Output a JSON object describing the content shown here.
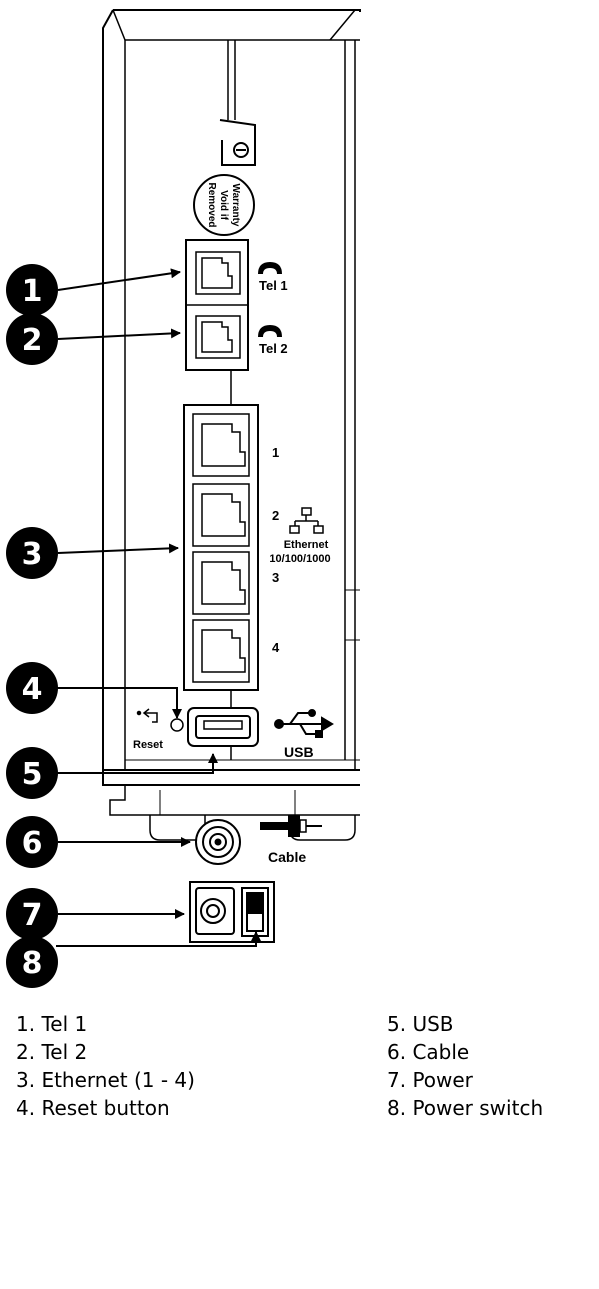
{
  "device": {
    "port_labels": {
      "tel1": "Tel 1",
      "tel2": "Tel 2",
      "eth_1": "1",
      "eth_2": "2",
      "eth_3": "3",
      "eth_4": "4",
      "ethernet": "Ethernet",
      "ethernet_speed": "10/100/1000",
      "reset": "Reset",
      "usb": "USB",
      "cable": "Cable"
    },
    "seal_text": [
      "Warranty",
      "Void if",
      "Removed"
    ]
  },
  "callouts": [
    "1",
    "2",
    "3",
    "4",
    "5",
    "6",
    "7",
    "8"
  ],
  "legend": {
    "left": [
      "1. Tel 1",
      "2. Tel 2",
      "3. Ethernet (1 - 4)",
      "4. Reset button"
    ],
    "right": [
      "5. USB",
      "6. Cable",
      "7. Power",
      "8. Power switch"
    ]
  }
}
